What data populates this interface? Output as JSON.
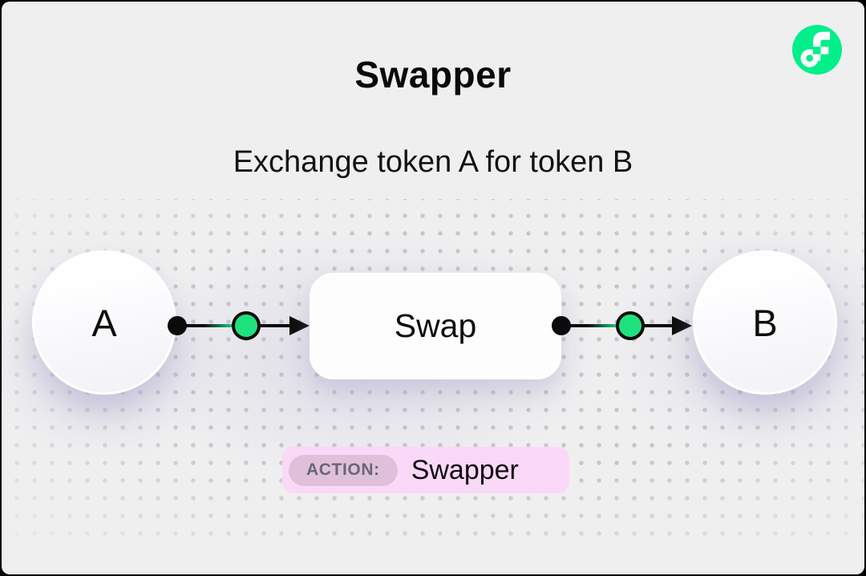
{
  "header": {
    "title": "Swapper",
    "subtitle": "Exchange token A for token B"
  },
  "diagram": {
    "token_a_label": "A",
    "swap_label": "Swap",
    "token_b_label": "B"
  },
  "action_badge": {
    "label": "ACTION:",
    "value": "Swapper"
  },
  "icons": {
    "flow_logo": "flow-logo-icon"
  },
  "colors": {
    "background": "#EFEFF0",
    "flow_green": "#00EF8B",
    "connector_green": "#1EE27E",
    "connector_black": "#0B0B0B",
    "badge_pink": "#FAD8F7",
    "badge_tag_pink": "#DFC0DA",
    "badge_tag_text": "#6B6672",
    "dot_grid": "#C6C6CB"
  }
}
